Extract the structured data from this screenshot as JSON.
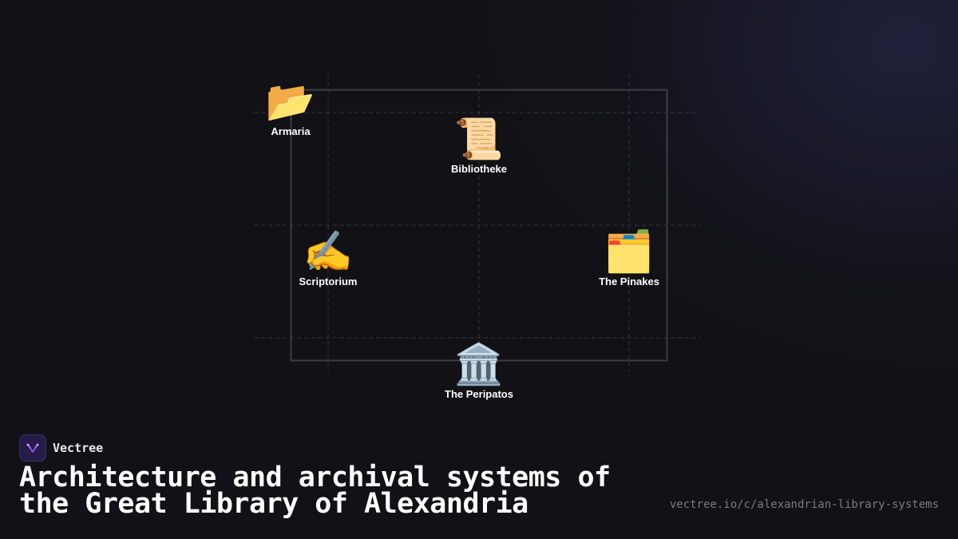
{
  "diagram": {
    "nodes": [
      {
        "id": "armaria",
        "label": "Armaria",
        "icon": "📂",
        "icon_name": "open-folder-icon"
      },
      {
        "id": "bibliotheke",
        "label": "Bibliotheke",
        "icon": "📜",
        "icon_name": "scroll-icon"
      },
      {
        "id": "scriptorium",
        "label": "Scriptorium",
        "icon": "✍️",
        "icon_name": "writing-hand-icon"
      },
      {
        "id": "pinakes",
        "label": "The Pinakes",
        "icon": "🗂️",
        "icon_name": "card-index-dividers-icon"
      },
      {
        "id": "peripatos",
        "label": "The Peripatos",
        "icon": "🏛️",
        "icon_name": "classical-building-icon"
      }
    ]
  },
  "brand": {
    "name": "Vectree",
    "logo_icon": "vectree-logo-icon",
    "accent": "#9b5cf0"
  },
  "footer": {
    "title": "Architecture and archival systems of the Great Library of Alexandria",
    "url": "vectree.io/c/alexandrian-library-systems"
  },
  "colors": {
    "background": "#111116",
    "frame": "#3d3d44",
    "grid": "#34343a",
    "text": "#ffffff",
    "muted": "#7a7a86"
  }
}
